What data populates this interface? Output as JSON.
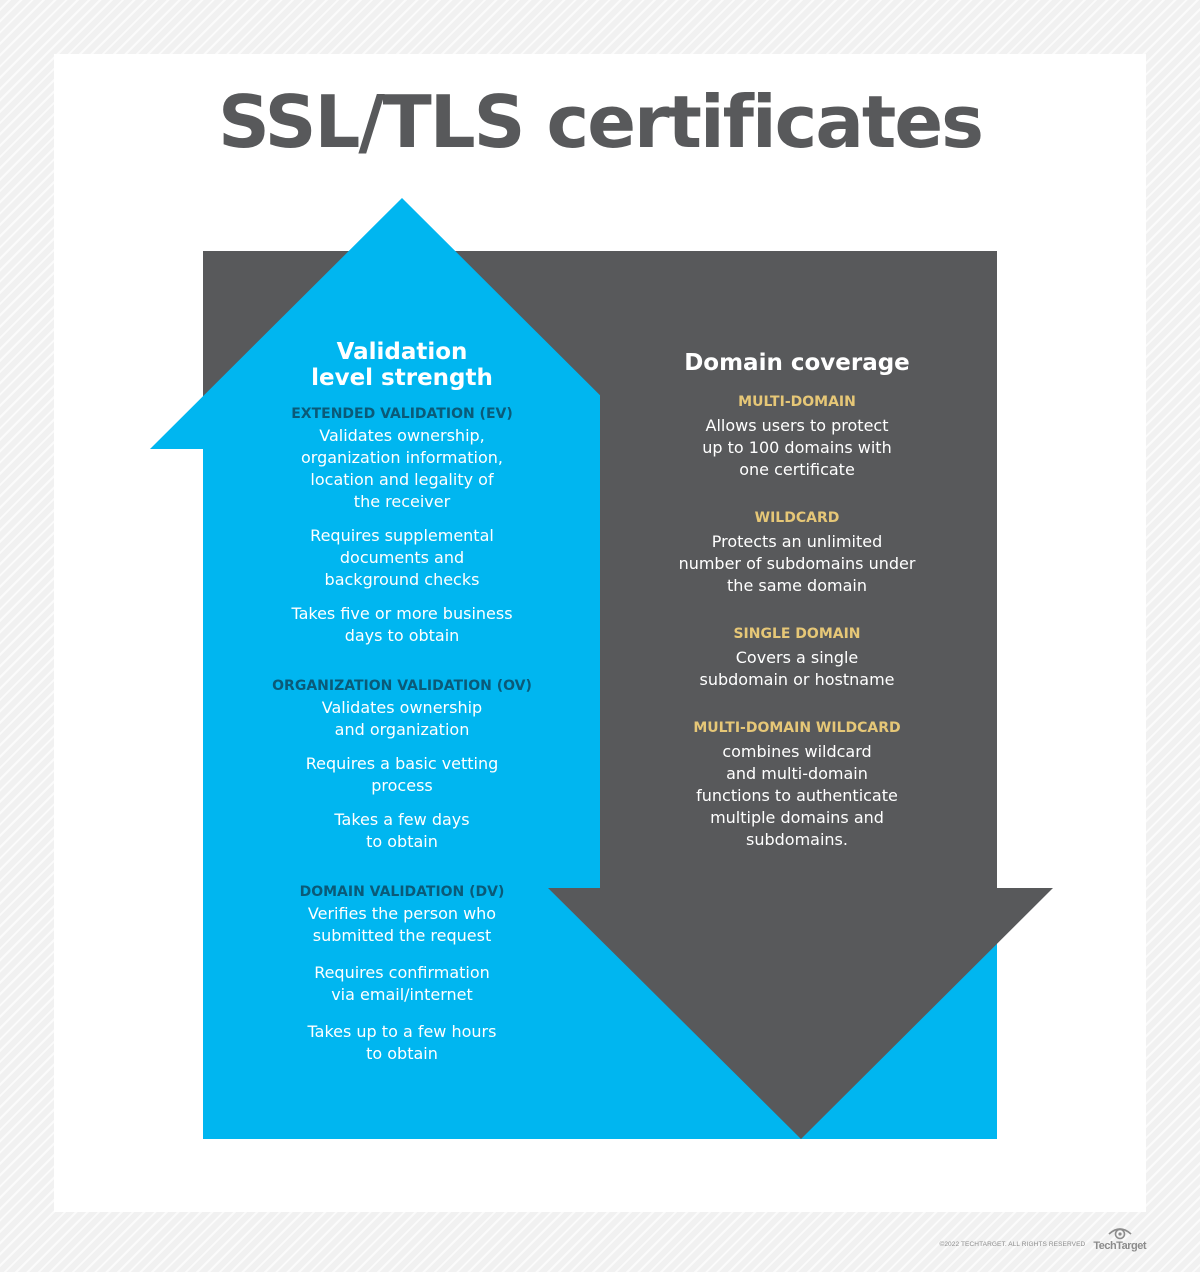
{
  "title": "SSL/TLS certificates",
  "colors": {
    "blue": "#00b6f0",
    "dark_gray": "#58595b",
    "section_blue_label": "#0a5a78",
    "section_gold_label": "#e6c777",
    "text_white": "#ffffff"
  },
  "left": {
    "heading_line1": "Validation",
    "heading_line2": "level strength",
    "arrow_direction": "up",
    "sections": [
      {
        "title": "EXTENDED VALIDATION (EV)",
        "items": [
          [
            "Validates ownership,",
            "organization information,",
            "location and legality of",
            "the receiver"
          ],
          [
            "Requires supplemental",
            "documents and",
            "background checks"
          ],
          [
            "Takes five or more business",
            "days to obtain"
          ]
        ]
      },
      {
        "title": "ORGANIZATION VALIDATION (OV)",
        "items": [
          [
            "Validates ownership",
            "and organization"
          ],
          [
            "Requires a basic vetting",
            "process"
          ],
          [
            "Takes a few days",
            "to obtain"
          ]
        ]
      },
      {
        "title": "DOMAIN VALIDATION (DV)",
        "items": [
          [
            "Verifies the person who",
            "submitted the request"
          ],
          [
            "Requires confirmation",
            "via email/internet"
          ],
          [
            "Takes up to a few hours",
            "to obtain"
          ]
        ]
      }
    ]
  },
  "right": {
    "heading": "Domain coverage",
    "arrow_direction": "down",
    "sections": [
      {
        "title": "MULTI-DOMAIN",
        "lines": [
          "Allows users to protect",
          "up to 100 domains with",
          "one certificate"
        ]
      },
      {
        "title": "WILDCARD",
        "lines": [
          "Protects an unlimited",
          "number of subdomains under",
          "the same domain"
        ]
      },
      {
        "title": "SINGLE DOMAIN",
        "lines": [
          "Covers a single",
          "subdomain or hostname"
        ]
      },
      {
        "title": "MULTI-DOMAIN WILDCARD",
        "lines": [
          "combines wildcard",
          "and multi-domain",
          "functions to authenticate",
          "multiple domains and",
          "subdomains."
        ]
      }
    ]
  },
  "footer": {
    "copyright": "©2022 TECHTARGET. ALL RIGHTS RESERVED",
    "brand": "TechTarget",
    "brand_icon": "eye-icon"
  }
}
